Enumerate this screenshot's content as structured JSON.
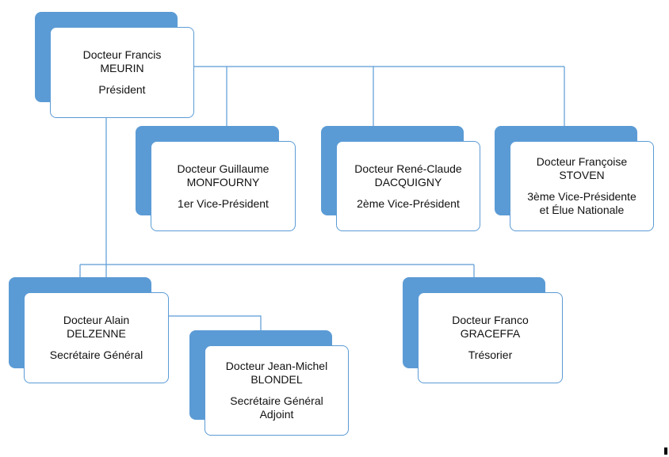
{
  "nodes": [
    {
      "id": "meurin",
      "name": "Docteur Francis\nMEURIN",
      "role": "Président"
    },
    {
      "id": "monfourny",
      "name": "Docteur Guillaume\nMONFOURNY",
      "role": "1er Vice-Président"
    },
    {
      "id": "dacquigny",
      "name": "Docteur René-Claude\nDACQUIGNY",
      "role": "2ème Vice-Président"
    },
    {
      "id": "stoven",
      "name": "Docteur Françoise\nSTOVEN",
      "role": "3ème Vice-Présidente\net Élue Nationale"
    },
    {
      "id": "delzenne",
      "name": "Docteur Alain\nDELZENNE",
      "role": "Secrétaire Général"
    },
    {
      "id": "blondel",
      "name": "Docteur Jean-Michel\nBLONDEL",
      "role": "Secrétaire Général\nAdjoint"
    },
    {
      "id": "graceffa",
      "name": "Docteur Franco\nGRACEFFA",
      "role": "Trésorier"
    }
  ],
  "colors": {
    "accent": "#5b9bd5",
    "card_bg": "#ffffff",
    "text": "#111111"
  }
}
